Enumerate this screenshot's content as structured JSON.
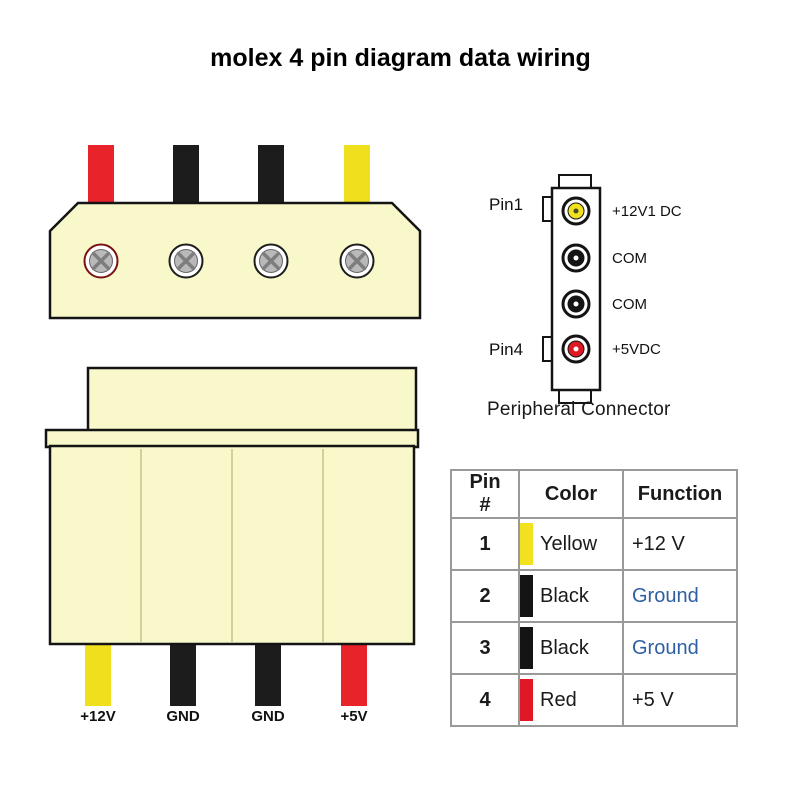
{
  "title": "molex 4 pin diagram data wiring",
  "colors": {
    "connector_body": "#f8f8cb",
    "outline": "#141414",
    "divider": "#c2c28e"
  },
  "front_view": {
    "wires": [
      {
        "name": "red",
        "hex": "#e8232a"
      },
      {
        "name": "black",
        "hex": "#1c1c1c"
      },
      {
        "name": "black",
        "hex": "#1c1c1c"
      },
      {
        "name": "yellow",
        "hex": "#f0df1c"
      }
    ]
  },
  "back_view": {
    "wires": [
      {
        "label": "+12V",
        "hex": "#f0df1c"
      },
      {
        "label": "GND",
        "hex": "#1c1c1c"
      },
      {
        "label": "GND",
        "hex": "#1c1c1c"
      },
      {
        "label": "+5V",
        "hex": "#e8232a"
      }
    ]
  },
  "peripheral_connector": {
    "pin1_label": "Pin1",
    "pin4_label": "Pin4",
    "caption": "Peripheral Connector",
    "pins": [
      {
        "label": "+12V1 DC",
        "hex": "#f2e11e",
        "dot": "#4a4a2a"
      },
      {
        "label": "COM",
        "hex": "#141414",
        "dot": "#ffffff"
      },
      {
        "label": "COM",
        "hex": "#141414",
        "dot": "#ffffff"
      },
      {
        "label": "+5VDC",
        "hex": "#e01823",
        "dot": "#ffffff"
      }
    ]
  },
  "pin_table": {
    "headers": [
      "Pin #",
      "Color",
      "Function"
    ],
    "rows": [
      {
        "pin": "1",
        "color": "Yellow",
        "hex": "#f2e11e",
        "function": "+12 V",
        "function_color": "#1a1a1a"
      },
      {
        "pin": "2",
        "color": "Black",
        "hex": "#141414",
        "function": "Ground",
        "function_color": "#2e5fa3"
      },
      {
        "pin": "3",
        "color": "Black",
        "hex": "#141414",
        "function": "Ground",
        "function_color": "#2e5fa3"
      },
      {
        "pin": "4",
        "color": "Red",
        "hex": "#e01823",
        "function": "+5 V",
        "function_color": "#1a1a1a"
      }
    ]
  }
}
